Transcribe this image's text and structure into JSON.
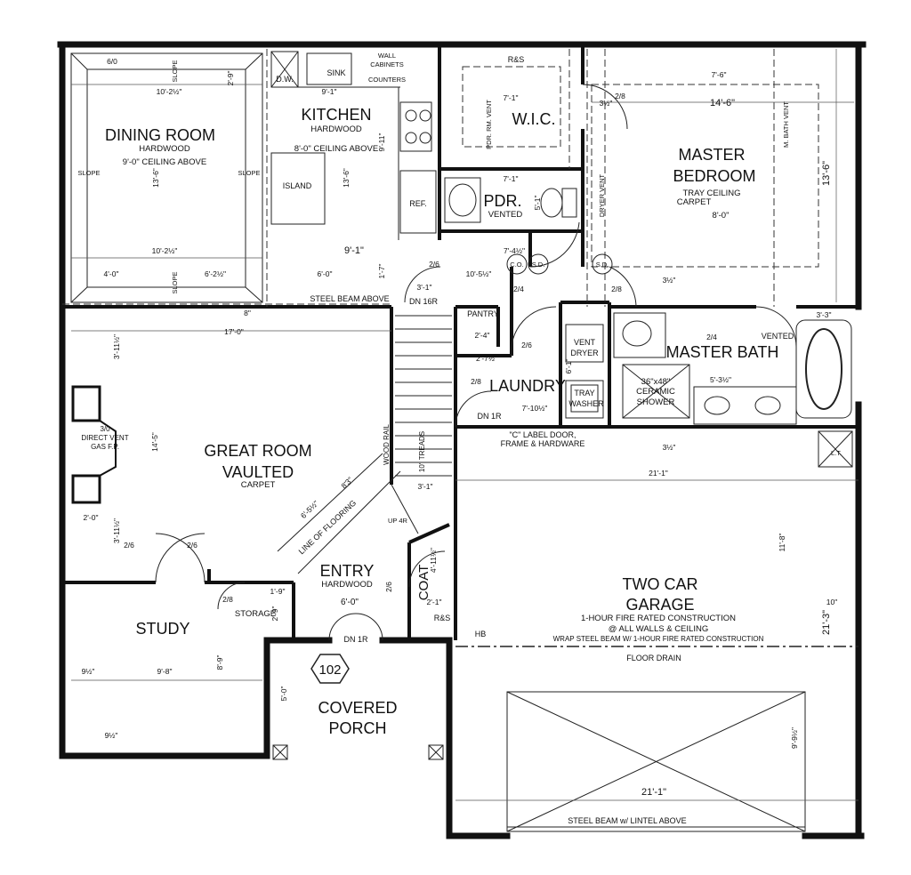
{
  "rooms": {
    "dining": {
      "name": "DINING ROOM",
      "floor": "HARDWOOD",
      "ceiling": "9'-0\" CEILING ABOVE"
    },
    "kitchen": {
      "name": "KITCHEN",
      "floor": "HARDWOOD",
      "ceiling": "8'-0\" CEILING ABOVE"
    },
    "wic": {
      "name": "W.I.C."
    },
    "master_bedroom": {
      "name_line1": "MASTER",
      "name_line2": "BEDROOM",
      "ceiling": "TRAY CEILING",
      "floor": "CARPET",
      "height": "8'-0\""
    },
    "pdr": {
      "name": "PDR.",
      "note": "VENTED"
    },
    "great_room": {
      "name_line1": "GREAT ROOM",
      "name_line2": "VAULTED",
      "floor": "CARPET"
    },
    "laundry": {
      "name": "LAUNDRY"
    },
    "master_bath": {
      "name": "MASTER BATH"
    },
    "entry": {
      "name": "ENTRY",
      "floor": "HARDWOOD"
    },
    "study": {
      "name": "STUDY"
    },
    "storage": {
      "name": "STORAGE"
    },
    "coat": {
      "name": "COAT"
    },
    "porch": {
      "name_line1": "COVERED",
      "name_line2": "PORCH"
    },
    "garage": {
      "name_line1": "TWO CAR",
      "name_line2": "GARAGE",
      "note1": "1-HOUR FIRE RATED CONSTRUCTION",
      "note2": "@ ALL WALLS & CEILING",
      "note3": "WRAP STEEL BEAM W/ 1-HOUR FIRE RATED CONSTRUCTION"
    },
    "pantry": {
      "name": "PANTRY"
    }
  },
  "fixtures": {
    "sink": "SINK",
    "dw": "D.W.",
    "wall_cabinets": "WALL",
    "wall_cabinets2": "CABINETS",
    "counters": "COUNTERS",
    "island": "ISLAND",
    "ref": "REF.",
    "rs_top": "R&S",
    "rs_coat": "R&S",
    "co": "C.O.",
    "sd1": "S.D.",
    "sd2": "S.D.",
    "vent": "VENT",
    "dryer": "DRYER",
    "tray": "TRAY",
    "washer": "WASHER",
    "shower1": "36\"x48\"",
    "shower2": "CERAMIC",
    "shower3": "SHOWER",
    "vented": "VENTED",
    "fp1": "3/0",
    "fp2": "DIRECT VENT",
    "fp3": "GAS F.P.",
    "wood_rail": "WOOD RAIL",
    "treads": "10\" TREADS",
    "line_flooring": "LINE OF FLOORING",
    "label_door1": "\"C\" LABEL DOOR,",
    "label_door2": "FRAME & HARDWARE",
    "floor_drain": "FLOOR DRAIN",
    "steel_beam_above": "STEEL BEAM ABOVE",
    "steel_beam_lintel": "STEEL BEAM w/ LINTEL ABOVE",
    "hb": "HB",
    "lt": "L.T.",
    "pdr_rm_vent": "PDR. RM. VENT",
    "dryer_vent": "DRYER VENT",
    "m_bath_vent": "M. BATH VENT",
    "slope": "SLOPE",
    "dn16r": "DN 16R",
    "dn1r_laundry": "DN 1R",
    "dn1r_entry": "DN 1R",
    "up4r": "UP 4R",
    "tag": "102"
  },
  "dims": {
    "d_6_0_top": "6/0",
    "d_2_9": "2'-9\"",
    "d_10_2a": "10'-2½\"",
    "d_9_1a": "9'-1\"",
    "d_13_6_dining": "13'-6\"",
    "d_13_6_kitchen": "13'-6\"",
    "d_9_11": "9'-11\"",
    "d_10_2b": "10'-2½\"",
    "d_9_1b": "9'-1\"",
    "d_4_0": "4'-0\"",
    "d_6_2": "6'-2½\"",
    "d_6_0_k": "6'-0\"",
    "d_1_7": "1'-7\"",
    "d_2_6_a": "2/6",
    "d_3_1_a": "3'-1\"",
    "d_10_5": "10'-5½\"",
    "d_7_1_wic": "7'-1\"",
    "d_7_1_pdr": "7'-1\"",
    "d_5_1": "5'-1\"",
    "d_2_8_wic": "2/8",
    "d_3_half": "3½\"",
    "d_7_6": "7'-6\"",
    "d_14_6": "14'-6\"",
    "d_13_6_mb": "13'-6\"",
    "d_7_4": "7'-4½\"",
    "d_2_4_pdr": "2/4",
    "d_2_8_mb": "2/8",
    "d_3_mb": "3½\"",
    "d_8": "8\"",
    "d_17_0": "17'-0\"",
    "d_3_11": "3'-11½\"",
    "d_2_4_pantry": "2'-4\"",
    "d_2_6_pantry": "2/6",
    "d_2_7": "2'-7½\"",
    "d_2_8_laundry": "2/8",
    "d_7_10": "7'-10½\"",
    "d_6_1": "6'-1\"",
    "d_2_4_mb": "2/4",
    "d_3_3": "3'-3\"",
    "d_5_3": "5'-3½\"",
    "d_3_laundry": "3½\"",
    "d_14_5": "14'-5\"",
    "d_6_5": "6'-5½\"",
    "d_8_3": "8'3\"",
    "d_3_1_stair": "3'-1\"",
    "d_21_1_top": "21'-1\"",
    "d_2_0": "2'-0\"",
    "d_3_11_study": "3'-11½\"",
    "d_2_6_study1": "2/6",
    "d_2_6_study2": "2/6",
    "d_11_8": "11'-8\"",
    "d_4_11": "4'-11½\"",
    "d_2_6_entry": "2/6",
    "d_2_1": "2'-1\"",
    "d_2_8_storage": "2/8",
    "d_1_9": "1'-9\"",
    "d_2_9_storage": "2'-9\"",
    "d_6_0_entry": "6'-0\"",
    "d_10": "10\"",
    "d_21_3": "21'-3\"",
    "d_9_study": "9½\"",
    "d_9_8": "9'-8\"",
    "d_8_9": "8'-9\"",
    "d_5_0": "5'-0\"",
    "d_9_9": "9'-9½\"",
    "d_9_study2": "9½\"",
    "d_21_1_bottom": "21'-1\""
  }
}
